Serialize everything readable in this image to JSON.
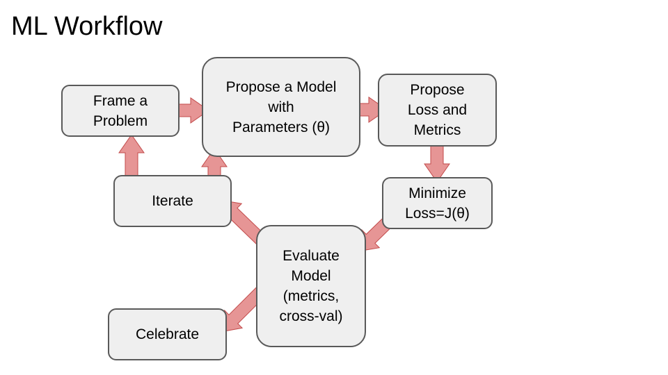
{
  "title": "ML Workflow",
  "nodes": {
    "frame": "Frame a\nProblem",
    "propose_model": "Propose a Model\nwith\nParameters (θ)",
    "propose_loss": "Propose\nLoss and\nMetrics",
    "minimize": "Minimize\nLoss=J(θ)",
    "evaluate": "Evaluate\nModel\n(metrics,\ncross-val)",
    "iterate": "Iterate",
    "celebrate": "Celebrate"
  },
  "edges": [
    {
      "from": "frame",
      "to": "propose_model"
    },
    {
      "from": "propose_model",
      "to": "propose_loss"
    },
    {
      "from": "propose_loss",
      "to": "minimize"
    },
    {
      "from": "minimize",
      "to": "evaluate"
    },
    {
      "from": "evaluate",
      "to": "iterate"
    },
    {
      "from": "evaluate",
      "to": "celebrate"
    },
    {
      "from": "iterate",
      "to": "frame"
    },
    {
      "from": "iterate",
      "to": "propose_model"
    }
  ],
  "colors": {
    "box_fill": "#efefef",
    "box_border": "#595959",
    "arrow_fill": "#e69595",
    "arrow_border": "#c24a4a"
  }
}
